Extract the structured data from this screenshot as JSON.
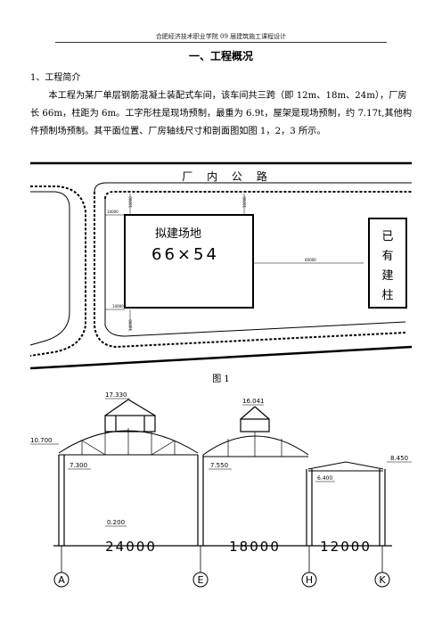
{
  "header": {
    "text": "合肥经济技术职业学院 09 届建筑施工课程设计"
  },
  "heading": {
    "title": "一、工程概况"
  },
  "section": {
    "label": "1、工程简介"
  },
  "body": {
    "paragraph": "本工程为某厂单层钢筋混凝土装配式车间，该车间共三跨（即 12m、18m、24m），厂房长 66m，柱距为 6m。工字形柱是现场预制，最重为 6.9t，屋架是现场预制，约 7.17t,其他构件预制场预制。其平面位置、厂房轴线尺寸和剖面图如图 1，2，3 所示。"
  },
  "site_plan": {
    "road_label": "厂 内 公 路",
    "site_label": "拟建场地",
    "site_size": "66×54",
    "existing_lines": [
      "已",
      "有",
      "建",
      "柱"
    ],
    "dim_top": "10000",
    "dim_left_top": "10000",
    "dim_right_top": "10000",
    "dim_right": "60000",
    "dim_left_bottom": "14000",
    "dim_bottom": "14000"
  },
  "figure1": {
    "caption": "图 1"
  },
  "section_view": {
    "elevations": [
      "17.330",
      "16.041",
      "10.700",
      "7.300",
      "7.550",
      "8.450",
      "6.400",
      "0.200"
    ],
    "spans": [
      "24000",
      "18000",
      "12000"
    ],
    "axes": [
      "A",
      "E",
      "H",
      "K"
    ]
  }
}
